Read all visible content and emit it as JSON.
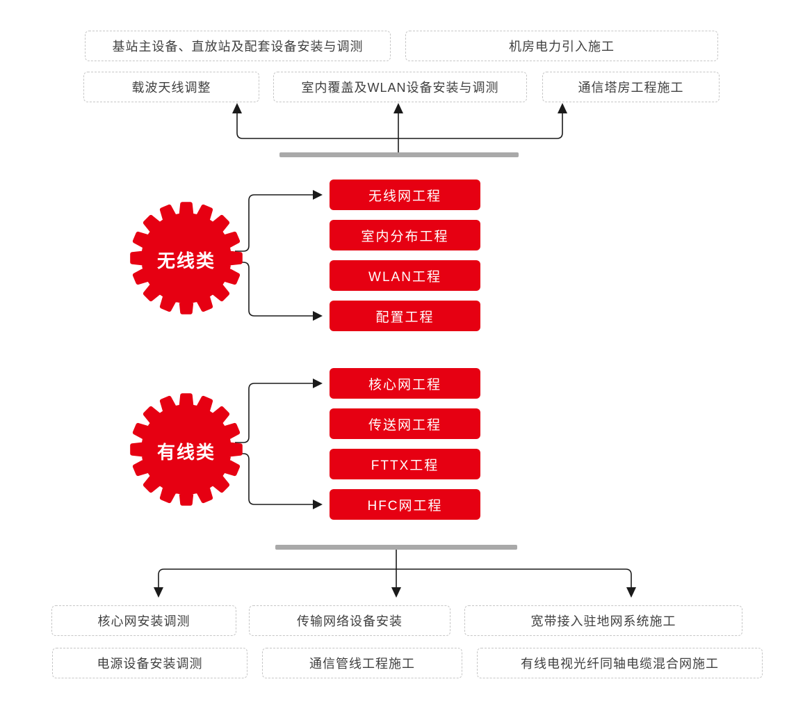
{
  "palette": {
    "red": "#e60012",
    "bar_gray": "#a9a9a9",
    "line": "#1a1a1a",
    "box_border": "#c6c6c6",
    "box_text": "#3f3f3f"
  },
  "top_section": {
    "row1": [
      "基站主设备、直放站及配套设备安装与调测",
      "机房电力引入施工"
    ],
    "row2": [
      "载波天线调整",
      "室内覆盖及WLAN设备安装与调测",
      "通信塔房工程施工"
    ]
  },
  "wireless_group": {
    "hub_label": "无线类",
    "items": [
      "无线网工程",
      "室内分布工程",
      "WLAN工程",
      "配置工程"
    ]
  },
  "wired_group": {
    "hub_label": "有线类",
    "items": [
      "核心网工程",
      "传送网工程",
      "FTTX工程",
      "HFC网工程"
    ]
  },
  "bottom_section": {
    "row1": [
      "核心网安装调测",
      "传输网络设备安装",
      "宽带接入驻地网系统施工"
    ],
    "row2": [
      "电源设备安装调测",
      "通信管线工程施工",
      "有线电视光纤同轴电缆混合网施工"
    ]
  }
}
